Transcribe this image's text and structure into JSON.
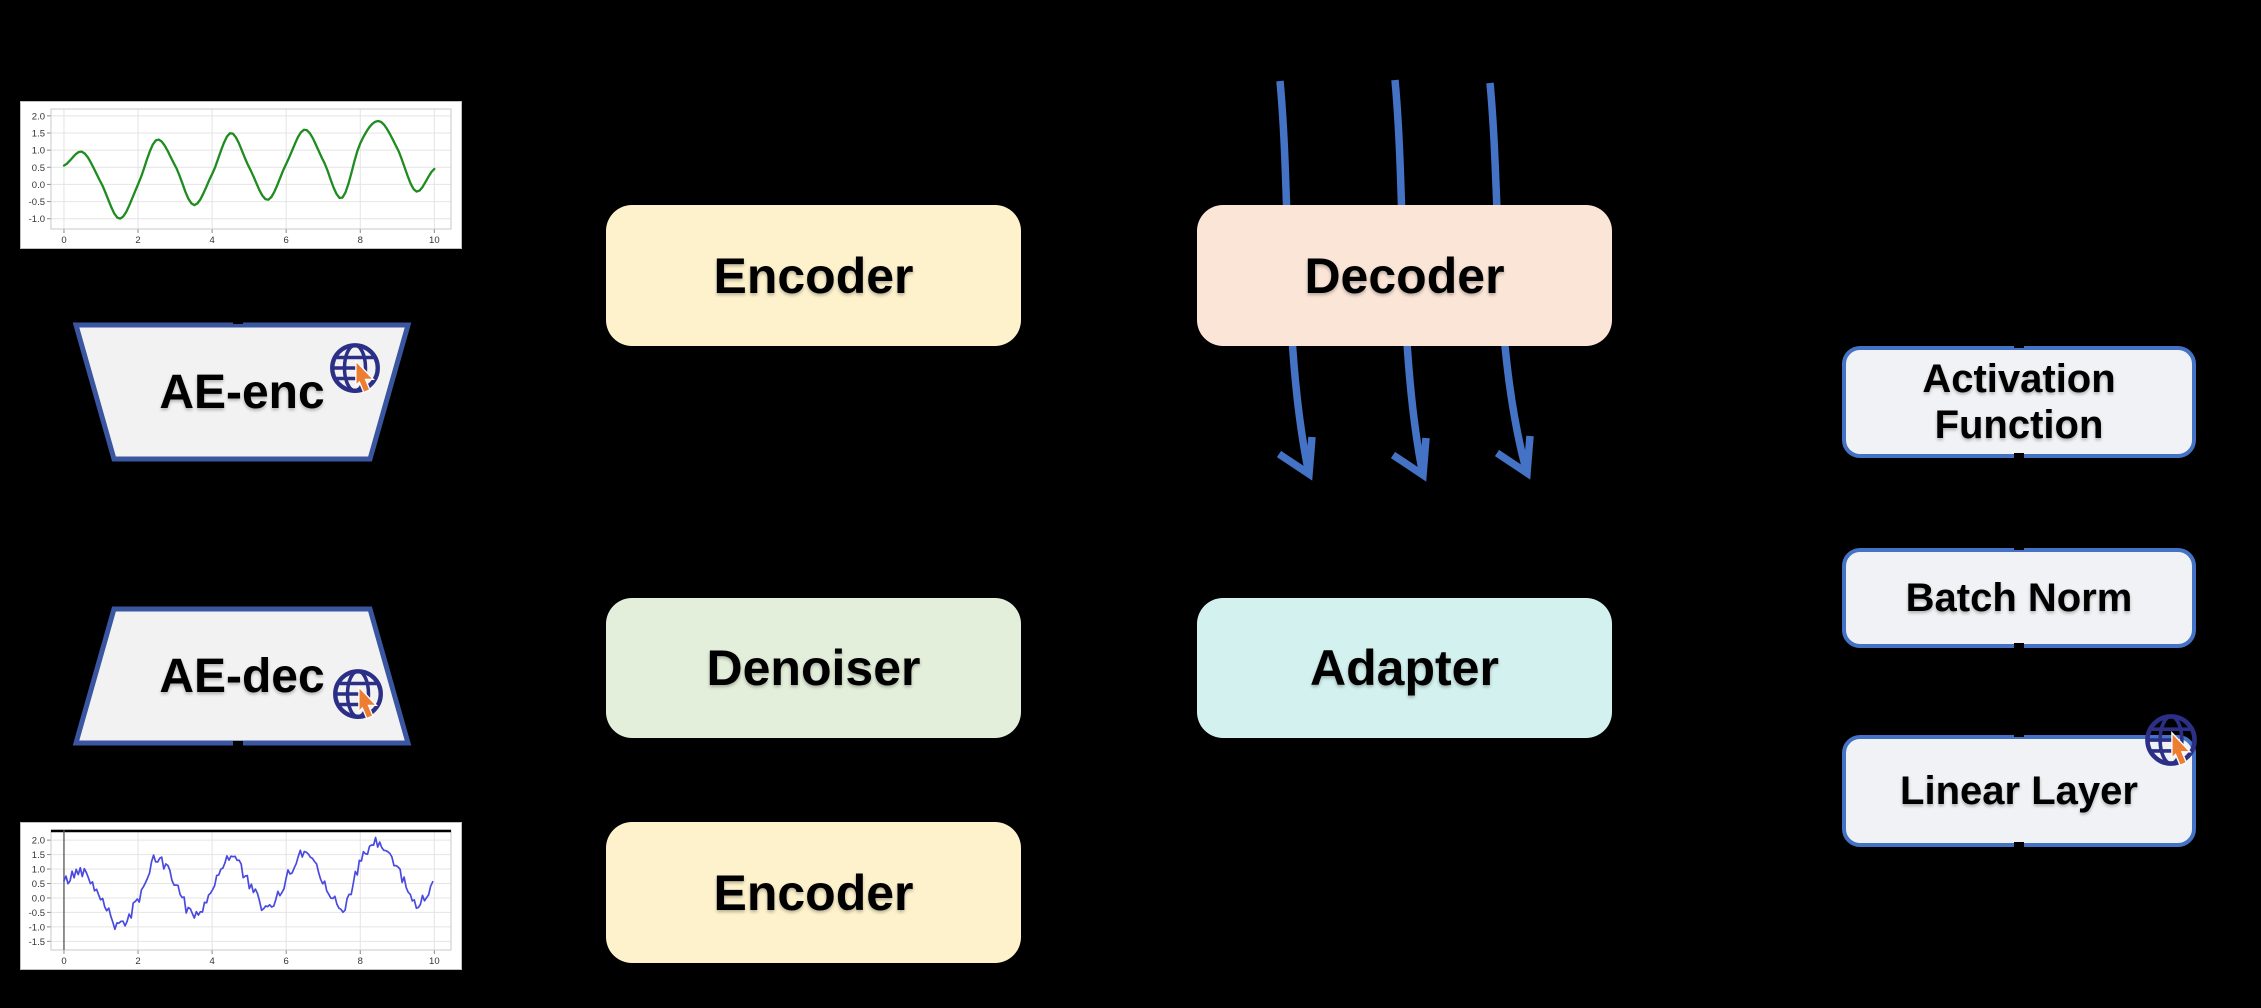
{
  "canvas": {
    "background": "#000000"
  },
  "blocks": {
    "encoder_top": {
      "label": "Encoder",
      "fill": "#FDF2CC"
    },
    "decoder": {
      "label": "Decoder",
      "fill": "#FBE5D7"
    },
    "denoiser": {
      "label": "Denoiser",
      "fill": "#E3EFDA"
    },
    "adapter": {
      "label": "Adapter",
      "fill": "#D3F1EF"
    },
    "encoder_bottom": {
      "label": "Encoder",
      "fill": "#FDF2CC"
    }
  },
  "trapezoids": {
    "ae_enc": {
      "label": "AE-enc",
      "orientation": "wide-top",
      "fill": "#F2F2F3",
      "border": "#3A56A0",
      "has_globe_icon": true
    },
    "ae_dec": {
      "label": "AE-dec",
      "orientation": "wide-bottom",
      "fill": "#F2F2F3",
      "border": "#3A56A0",
      "has_globe_icon": true
    }
  },
  "legend": {
    "fill": "#F1F2F5",
    "border": "#4472C4",
    "items": [
      {
        "label": "Activation Function",
        "has_globe_icon": false
      },
      {
        "label": "Batch Norm",
        "has_globe_icon": false
      },
      {
        "label": "Linear Layer",
        "has_globe_icon": true
      }
    ]
  },
  "icons": {
    "globe_cursor": {
      "meaning": "pretrained-frozen-web-model",
      "globe_color": "#2B2F86",
      "cursor_color": "#ED7D31"
    }
  },
  "arrows": {
    "count": 3,
    "color": "#4472C4",
    "direction": "down"
  },
  "chart_data": [
    {
      "id": "clean_signal",
      "type": "line",
      "title": "",
      "xlabel": "",
      "ylabel": "",
      "style": "smooth",
      "line_color": "#1E8C1E",
      "x": [
        0,
        0.5,
        1,
        1.5,
        2,
        2.5,
        3,
        3.5,
        4,
        4.5,
        5,
        5.5,
        6,
        6.5,
        7,
        7.5,
        8,
        8.5,
        9,
        9.5,
        10
      ],
      "y": [
        0.55,
        0.95,
        0.05,
        -1.0,
        0.0,
        1.3,
        0.55,
        -0.6,
        0.3,
        1.5,
        0.5,
        -0.45,
        0.6,
        1.6,
        0.7,
        -0.4,
        1.2,
        1.85,
        1.05,
        -0.2,
        0.45
      ],
      "xlim": [
        -0.35,
        10.45
      ],
      "ylim": [
        -1.3,
        2.2
      ],
      "xticks": [
        0,
        2,
        4,
        6,
        8,
        10
      ],
      "yticks": [
        -1.0,
        -0.5,
        0.0,
        0.5,
        1.0,
        1.5,
        2.0
      ],
      "grid": true,
      "noise_amplitude": 0
    },
    {
      "id": "noisy_signal",
      "type": "line",
      "title": "",
      "xlabel": "",
      "ylabel": "",
      "style": "jagged",
      "line_color": "#4A4AE0",
      "x": [
        0,
        0.5,
        1,
        1.5,
        2,
        2.5,
        3,
        3.5,
        4,
        4.5,
        5,
        5.5,
        6,
        6.5,
        7,
        7.5,
        8,
        8.5,
        9,
        9.5,
        10
      ],
      "y": [
        0.55,
        0.95,
        0.05,
        -1.0,
        0.0,
        1.3,
        0.55,
        -0.6,
        0.3,
        1.5,
        0.5,
        -0.45,
        0.6,
        1.6,
        0.7,
        -0.4,
        1.2,
        1.85,
        1.05,
        -0.2,
        0.45
      ],
      "xlim": [
        -0.35,
        10.45
      ],
      "ylim": [
        -1.8,
        2.35
      ],
      "xticks": [
        0,
        2,
        4,
        6,
        8,
        10
      ],
      "yticks": [
        -1.5,
        -1.0,
        -0.5,
        0.0,
        0.5,
        1.0,
        1.5,
        2.0
      ],
      "grid": true,
      "noise_amplitude": 0.3,
      "top_spine": "#000000",
      "zero_x_spine": true
    }
  ]
}
